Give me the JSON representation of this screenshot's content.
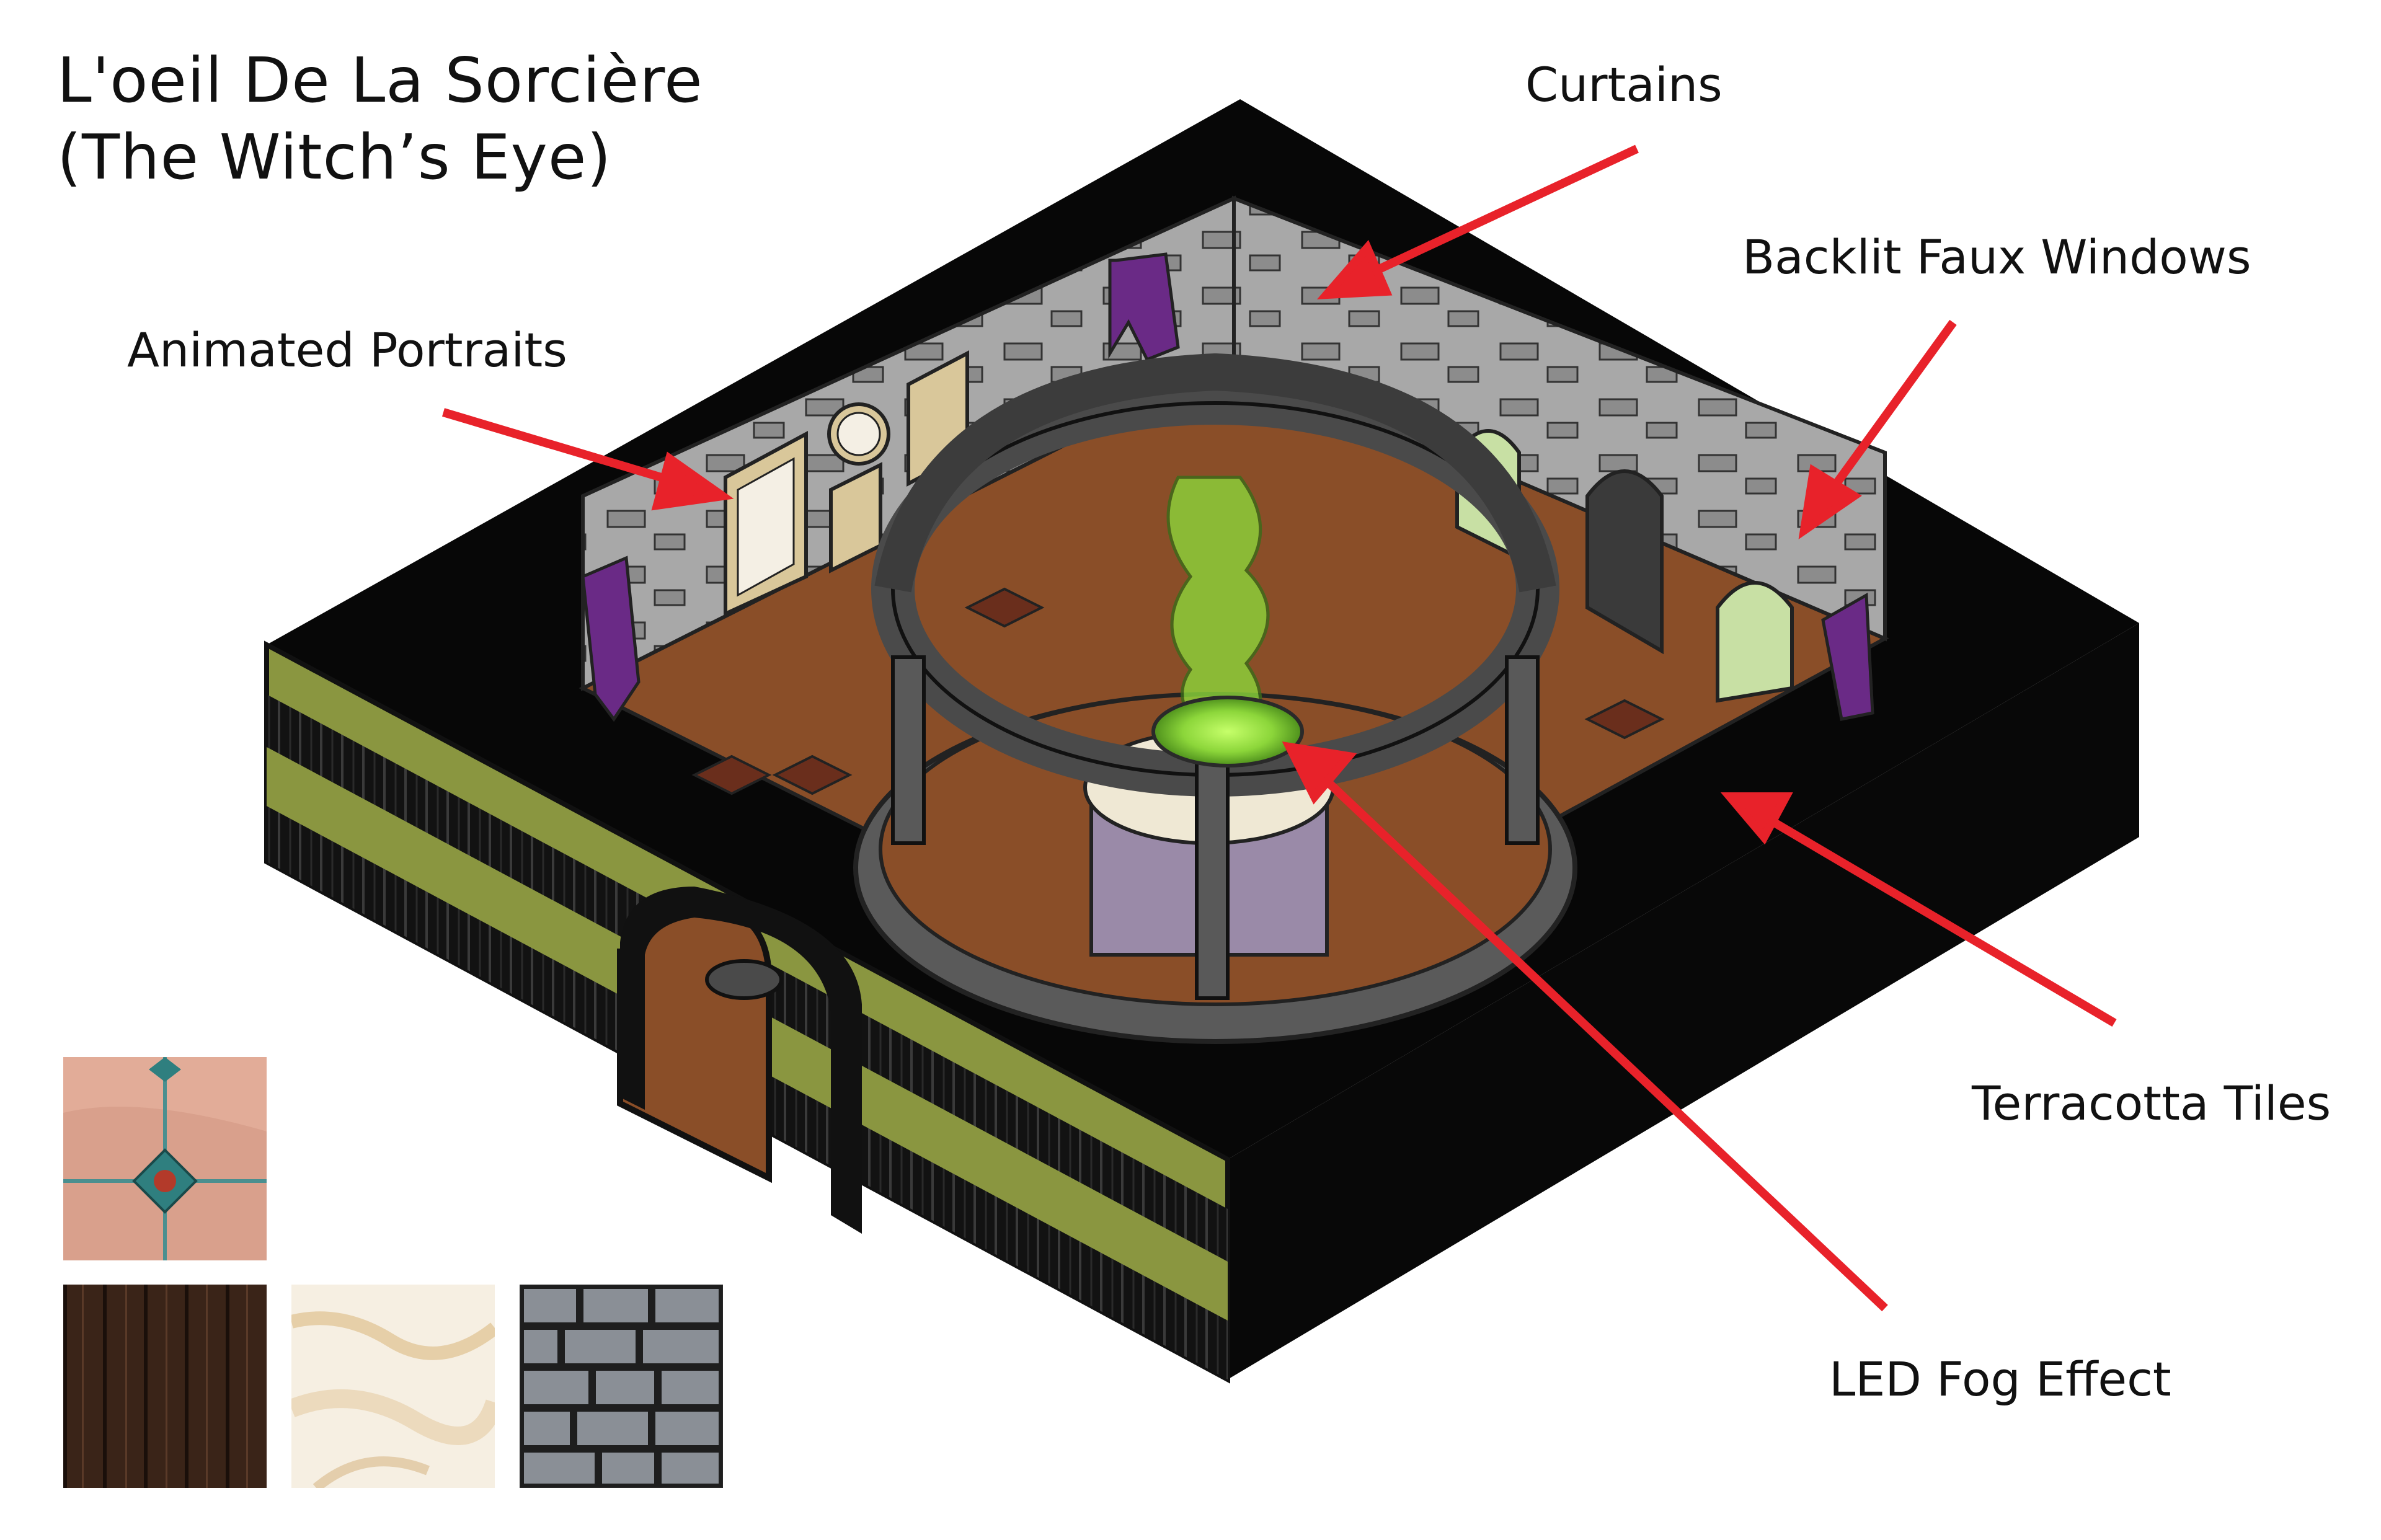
{
  "title": {
    "line1": "L'oeil De La Sorcière",
    "line2": "(The Witch’s Eye)"
  },
  "callouts": [
    {
      "id": "curtains",
      "label": "Curtains"
    },
    {
      "id": "backlit-faux-windows",
      "label": "Backlit Faux Windows"
    },
    {
      "id": "animated-portraits",
      "label": "Animated Portraits"
    },
    {
      "id": "terracotta-tiles",
      "label": "Terracotta Tiles"
    },
    {
      "id": "led-fog-effect",
      "label": "LED Fog Effect"
    }
  ],
  "colors": {
    "arrow": "#e8222a",
    "outer_wall": "#070707",
    "green_band": "#8a9640",
    "floor": "#8a4e28",
    "stone_wall": "#a9a9a9",
    "curtain": "#6a2a86",
    "fog": "#8cd63a"
  },
  "swatches": [
    {
      "name": "terracotta-tile-swatch"
    },
    {
      "name": "dark-wood-swatch"
    },
    {
      "name": "cream-marble-swatch"
    },
    {
      "name": "grey-stone-swatch"
    }
  ]
}
